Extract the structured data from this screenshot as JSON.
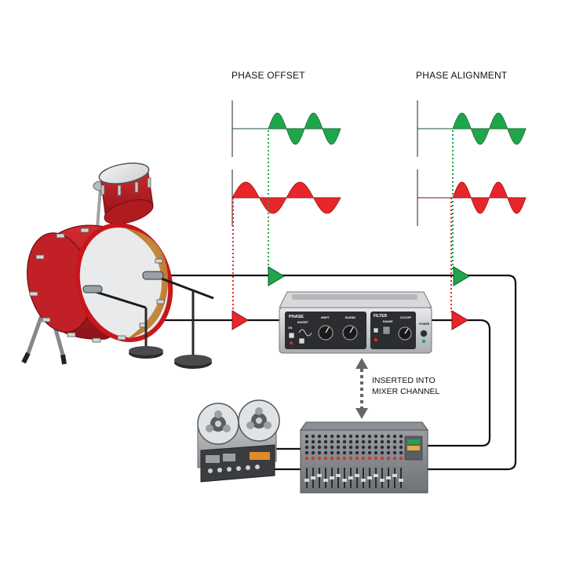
{
  "colors": {
    "wave_green": "#1fa64a",
    "wave_red": "#e8262a",
    "cable": "#111111",
    "drum_shell": "#b51d22",
    "unit_silver": "#c9ccce",
    "unit_panel": "#2b2d31"
  },
  "labels": {
    "phase_offset": "PHASE OFFSET",
    "phase_alignment": "PHASE ALIGNMENT",
    "insert_note": [
      "INSERTED INTO",
      "MIXER CHANNEL"
    ]
  },
  "unit": {
    "phase": "PHASE",
    "invert": "INVERT",
    "shift": "SHIFT",
    "blend": "BLEND",
    "filter": "FILTER",
    "range": "RANGE",
    "cutoff": "CUTOFF",
    "power": "POWER",
    "on": "ON"
  },
  "icons": {
    "kick_drum": "kick-drum-icon",
    "tom_drum": "tom-drum-icon",
    "microphone": "microphone-icon",
    "phase_unit": "phase-alignment-unit-icon",
    "tape_machine": "reel-to-reel-tape-machine-icon",
    "mixer": "mixing-console-icon"
  }
}
